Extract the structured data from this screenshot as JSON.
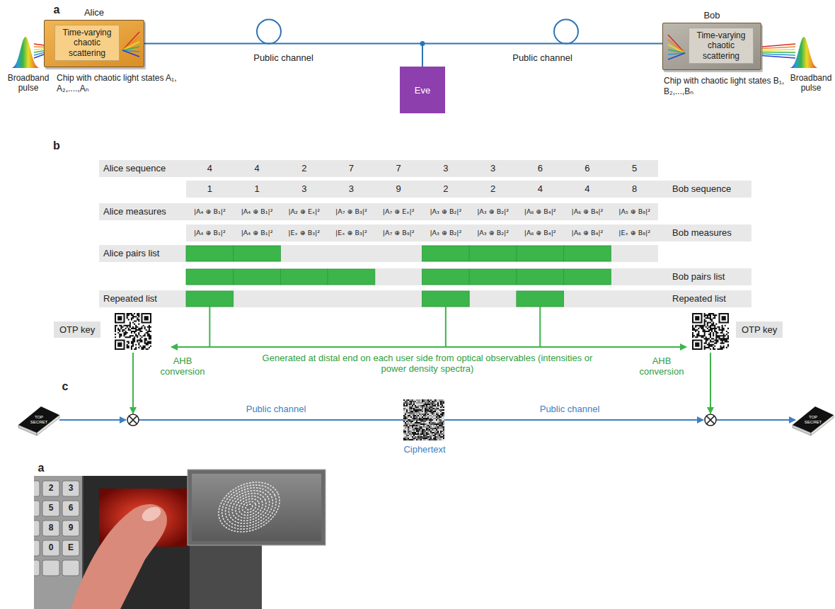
{
  "diagram": {
    "nodes": [
      {
        "text": [
          "Alice",
          "Time-varying chaotic scattering",
          "Chip with chaotic light states A₁, A₂,....,Aₙ"
        ]
      },
      {
        "text": [
          "Eve"
        ]
      },
      {
        "text": [
          "Bob",
          "Time-varying chaotic scattering",
          "Chip with chaotic light states B₁, B₂,...,Bₙ"
        ]
      },
      {
        "text": [
          "OTP key"
        ]
      },
      {
        "text": [
          "OTP key"
        ]
      }
    ],
    "edges": [
      {
        "from": 0,
        "to": 1,
        "arrow": "none",
        "label": "Public channel"
      },
      {
        "from": 1,
        "to": 2,
        "arrow": "none",
        "label": "Public channel"
      }
    ],
    "labels": [
      "a",
      "Broadband pulse",
      "Broadband pulse",
      "b",
      "Alice sequence",
      "4",
      "4",
      "2",
      "7",
      "7",
      "3",
      "3",
      "6",
      "6",
      "5",
      "1",
      "1",
      "3",
      "3",
      "9",
      "2",
      "2",
      "4",
      "4",
      "8",
      "Bob sequence",
      "Alice measures",
      "|A₄ ⊕ B₁|²",
      "|A₄ ⊕ B₁|²",
      "|A₂ ⊕ Eₓ|²",
      "|A₇ ⊕ B₃|²",
      "|A₇ ⊕ Eₓ|²",
      "|A₃ ⊕ B₂|²",
      "|A₃ ⊕ B₂|²",
      "|A₆ ⊕ B₄|²",
      "|A₆ ⊕ B₄|²",
      "|A₅ ⊕ B₈|²",
      "|A₄ ⊕ B₁|²",
      "|A₄ ⊕ B₁|²",
      "|Eₓ ⊕ B₃|²",
      "|Eₓ ⊕ B₃|²",
      "|A₇ ⊕ B₉|²",
      "|A₃ ⊕ B₂|²",
      "|A₃ ⊕ B₂|²",
      "|A₆ ⊕ B₄|²",
      "|A₆ ⊕ B₄|²",
      "|Eₓ ⊕ B₈|²",
      "Bob measures",
      "Alice pairs list",
      "Bob pairs list",
      "Repeated list",
      "Repeated list",
      "AHB conversion",
      "Generated at distal end on each user side from optical observables (intensities or power density spectra)",
      "AHB conversion",
      "c",
      "TOP SECRET",
      "Public channel",
      "Ciphertext",
      "Public channel",
      "TOP SECRET",
      "a",
      "2",
      "3",
      "5",
      "6",
      "8",
      "9",
      "0",
      "E"
    ]
  }
}
